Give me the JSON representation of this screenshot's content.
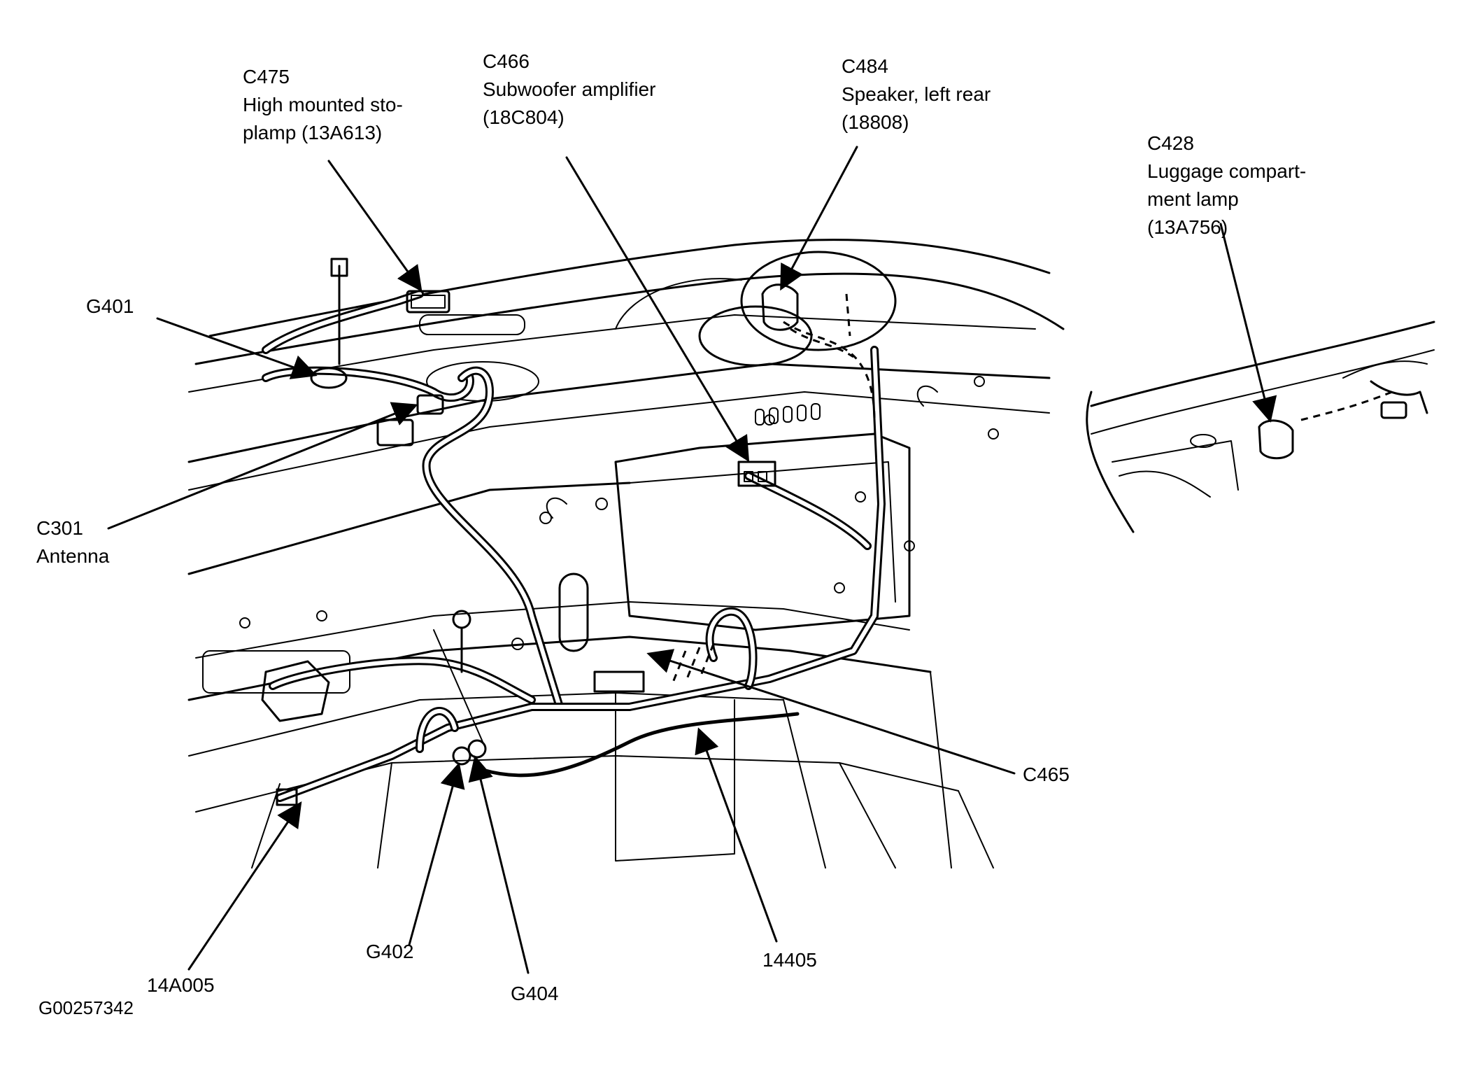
{
  "labels": {
    "c475": {
      "code": "C475",
      "line1": "High mounted sto-",
      "line2": "plamp (13A613)"
    },
    "c466": {
      "code": "C466",
      "line1": "Subwoofer amplifier",
      "line2": "(18C804)"
    },
    "c484": {
      "code": "C484",
      "line1": "Speaker, left rear",
      "line2": "(18808)"
    },
    "c428": {
      "code": "C428",
      "line1": "Luggage compart-",
      "line2": "ment lamp",
      "line3": "(13A756)"
    },
    "g401": "G401",
    "c301": {
      "code": "C301",
      "line1": "Antenna"
    },
    "c465": "C465",
    "g402": "G402",
    "g404": "G404",
    "h14405": "14405",
    "h14a005": "14A005",
    "figure_id": "G00257342"
  }
}
